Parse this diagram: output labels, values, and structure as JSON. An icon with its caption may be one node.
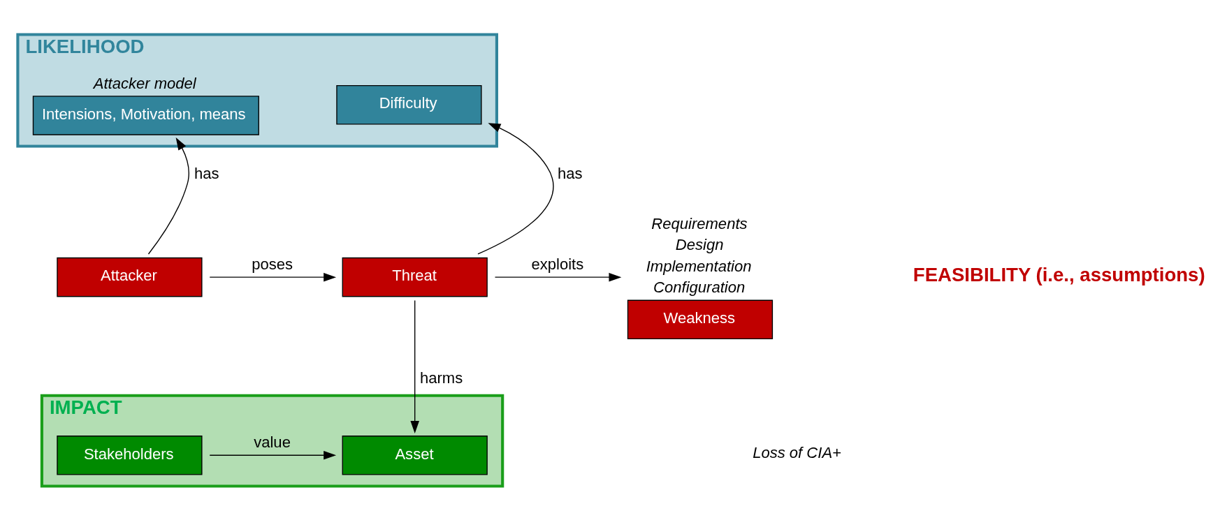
{
  "diagram": {
    "nodes": [
      {
        "text": [
          "LIKELIHOOD"
        ]
      },
      {
        "text": [
          "Intensions, Motivation, means"
        ],
        "in": 0,
        "beside": [
          "Attacker model"
        ]
      },
      {
        "text": [
          "Difficulty"
        ],
        "in": 0
      },
      {
        "text": [
          "Attacker"
        ]
      },
      {
        "text": [
          "Threat"
        ]
      },
      {
        "text": [
          "Weakness"
        ],
        "beside": [
          "Requirements",
          "Design",
          "Implementation",
          "Configuration"
        ]
      },
      {
        "text": [
          "IMPACT"
        ]
      },
      {
        "text": [
          "Stakeholders"
        ],
        "in": 6
      },
      {
        "text": [
          "Asset"
        ],
        "in": 6
      }
    ],
    "edges": [
      {
        "from": 3,
        "to": 1,
        "arrow": "to",
        "label": "has"
      },
      {
        "from": 4,
        "to": 2,
        "arrow": "to",
        "label": "has"
      },
      {
        "from": 3,
        "to": 4,
        "arrow": "to",
        "label": "poses"
      },
      {
        "from": 4,
        "to": 5,
        "arrow": "to",
        "label": "exploits"
      },
      {
        "from": 4,
        "to": 8,
        "arrow": "to",
        "label": "harms"
      },
      {
        "from": 7,
        "to": 8,
        "arrow": "to",
        "label": "value"
      }
    ],
    "labels": [
      "FEASIBILITY (i.e., assumptions)",
      "Loss of CIA+"
    ]
  }
}
